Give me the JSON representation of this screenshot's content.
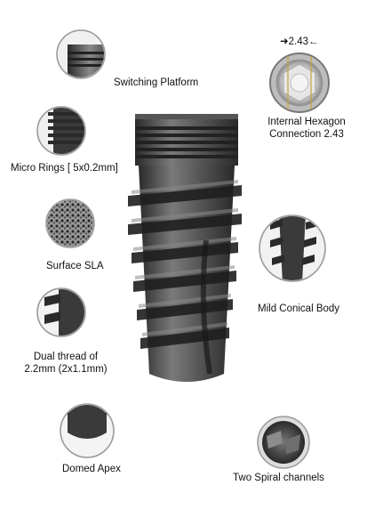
{
  "features": {
    "switching_platform": {
      "label": "Switching Platform",
      "icon": "switching-platform-icon"
    },
    "micro_rings": {
      "label": "Micro Rings [ 5x0.2mm]",
      "icon": "micro-rings-icon"
    },
    "surface_sla": {
      "label": "Surface SLA",
      "icon": "surface-sla-icon"
    },
    "dual_thread": {
      "line1": "Dual thread of",
      "line2": "2.2mm (2x1.1mm)",
      "icon": "dual-thread-icon"
    },
    "domed_apex": {
      "label": "Domed Apex",
      "icon": "domed-apex-icon"
    },
    "internal_hexagon": {
      "line1": "Internal Hexagon",
      "line2": "Connection 2.43",
      "dimension": "2.43",
      "icon": "internal-hexagon-icon"
    },
    "mild_conical_body": {
      "label": "Mild Conical Body",
      "icon": "conical-body-icon"
    },
    "spiral_channels": {
      "label": "Two Spiral channels",
      "icon": "spiral-channels-icon"
    }
  },
  "colors": {
    "implant_dark": "#3a3a3a",
    "implant_mid": "#6a6a6a",
    "implant_light": "#9a9a9a",
    "hex_gold": "#c8a040"
  }
}
